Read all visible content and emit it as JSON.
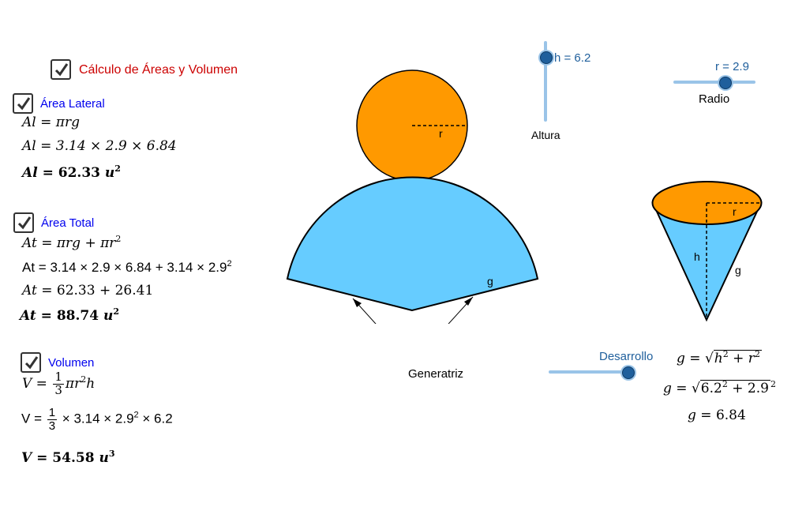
{
  "checkboxes": {
    "calc": {
      "label": "Cálculo de Áreas y Volumen",
      "checked": true
    },
    "lateral": {
      "label": "Área Lateral",
      "checked": true
    },
    "total": {
      "label": "Área Total",
      "checked": true
    },
    "volume": {
      "label": "Volumen",
      "checked": true
    }
  },
  "lateral": {
    "f1_lhs": "Al",
    "f1_rhs": "πrg",
    "f2_lhs": "Al",
    "f2_rhs": "3.14 × 2.9 × 6.84",
    "f3_lhs": "Al",
    "f3_value": "62.33",
    "f3_unit": "u",
    "f3_exp": "2"
  },
  "total": {
    "f1_lhs": "At",
    "f1_rhs_a": "πrg + πr",
    "f1_rhs_exp": "2",
    "f2_lhs": "At",
    "f2_rhs_a": "3.14 × 2.9 × 6.84  +  3.14 × 2.9",
    "f2_rhs_exp": "2",
    "f3_lhs": "At",
    "f3_rhs": "62.33  +  26.41",
    "f4_lhs": "At",
    "f4_value": "88.74",
    "f4_unit": "u",
    "f4_exp": "2"
  },
  "volume": {
    "f1_lhs": "V",
    "f1_num": "1",
    "f1_den": "3",
    "f1_rhs_a": "πr",
    "f1_exp": "2",
    "f1_rhs_b": "h",
    "f2_lhs": "V",
    "f2_num": "1",
    "f2_den": "3",
    "f2_rhs_a": "× 3.14 × 2.9",
    "f2_exp": "2",
    "f2_rhs_b": " × 6.2",
    "f3_lhs": "V",
    "f3_value": "54.58",
    "f3_unit": "u",
    "f3_exp": "3"
  },
  "sliders": {
    "height": {
      "value_label": "h = 6.2",
      "caption": "Altura",
      "value": 6.2
    },
    "radius": {
      "value_label": "r = 2.9",
      "caption": "Radio",
      "value": 2.9
    },
    "development": {
      "caption": "Desarrollo",
      "value": 1.0
    }
  },
  "figure": {
    "circle_r": "r",
    "sector_g": "g",
    "generatrix": "Generatriz",
    "cone_r": "r",
    "cone_h": "h",
    "cone_g": "g"
  },
  "generatrix_calc": {
    "g1_lhs": "g",
    "g1_h": "h",
    "g1_h_exp": "2",
    "g1_r": "r",
    "g1_r_exp": "2",
    "g2_lhs": "g",
    "g2_a": "6.2",
    "g2_a_exp": "2",
    "g2_b": "2.9",
    "g2_b_exp": "2",
    "g3_lhs": "g",
    "g3_value": "6.84"
  },
  "colors": {
    "orange": "#ff9900",
    "light_blue": "#66ccff",
    "slider_track": "#9ac4e8",
    "slider_knob": "#1f5f9c",
    "title_red": "#cc0000",
    "label_blue": "#0000ee"
  }
}
